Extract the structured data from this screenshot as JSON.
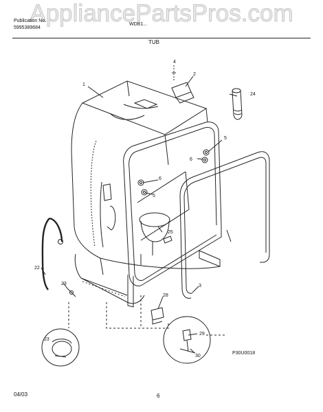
{
  "header": {
    "publication_label": "Publication No.",
    "publication_number": "5995389684",
    "model": "WDB1...",
    "section_title": "TUB"
  },
  "watermark_text": "AppliancePartsPros.com",
  "diagram": {
    "callouts": [
      "1",
      "2",
      "3",
      "4",
      "5",
      "5",
      "6",
      "6",
      "5",
      "22",
      "23",
      "23",
      "24",
      "25",
      "28",
      "29",
      "30"
    ],
    "figure_code": "P30U0018"
  },
  "footer": {
    "date": "04/03",
    "page_number": "6"
  }
}
